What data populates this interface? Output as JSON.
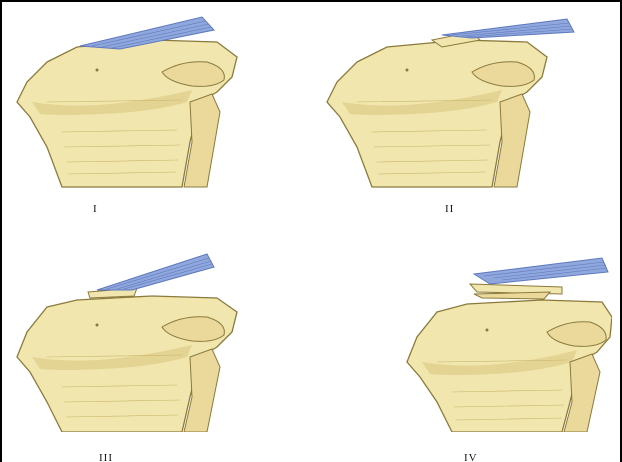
{
  "figure": {
    "panels": [
      {
        "id": "I",
        "label": "I",
        "fragment": "none"
      },
      {
        "id": "II",
        "label": "II",
        "fragment": "hinged"
      },
      {
        "id": "III",
        "label": "III",
        "fragment": "displaced"
      },
      {
        "id": "IV",
        "label": "IV",
        "fragment": "comminuted"
      }
    ]
  },
  "colors": {
    "bone": "#f1e6ad",
    "bone_shadow": "#d9c57e",
    "bone_outline": "#8b7a3c",
    "ligament": "#8fa7dc",
    "ligament_dark": "#5d78bf",
    "frame": "#000000"
  }
}
